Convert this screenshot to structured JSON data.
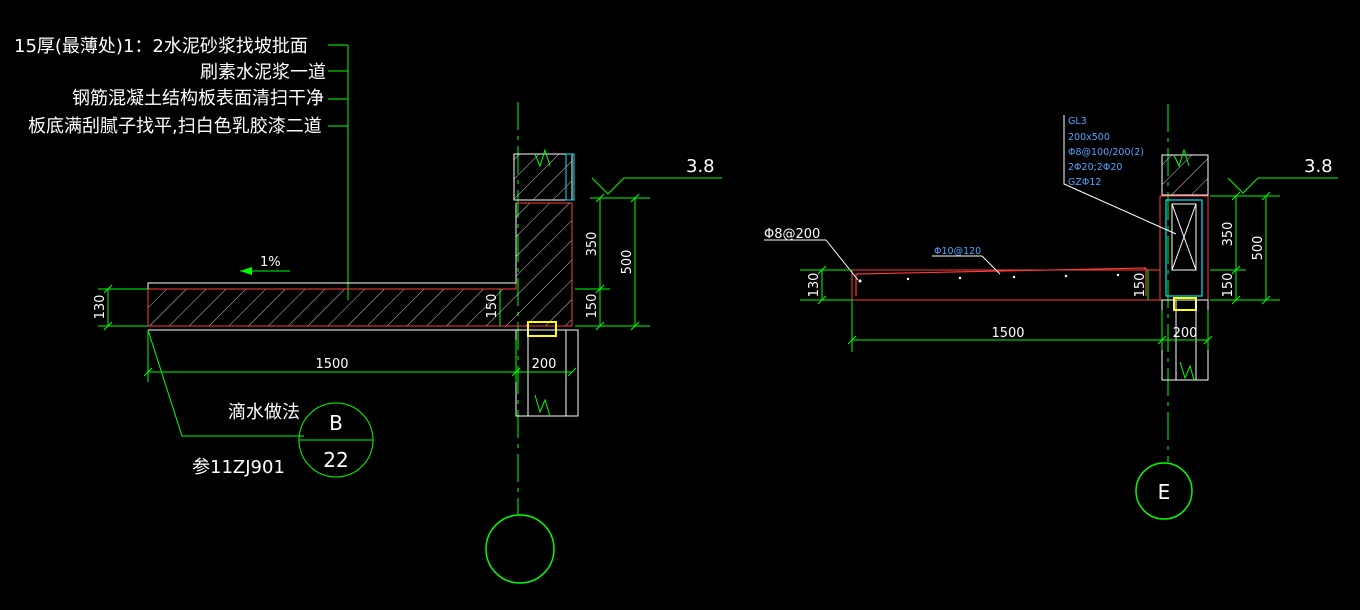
{
  "colors": {
    "background": "#000000",
    "green": "#00ff00",
    "white": "#ffffff",
    "red": "#ff3b3b",
    "cyan": "#00e5ff",
    "yellow": "#ffff00",
    "blue": "#4da6ff"
  },
  "left_detail": {
    "notes": [
      "15厚(最薄处)1：2水泥砂浆找坡批面",
      "刷素水泥浆一道",
      "钢筋混凝土结构板表面清扫干净",
      "板底满刮腻子找平,扫白色乳胶漆二道"
    ],
    "elevation": "3.8",
    "slope": "1%",
    "dims": {
      "slab_thickness": "130",
      "beam_upper": "350",
      "beam_lower_outer": "150",
      "beam_lower_inner": "150",
      "beam_total": "500",
      "cantilever": "1500",
      "wall": "200"
    },
    "drip": {
      "label": "滴水做法",
      "ref_top": "B",
      "ref_bottom": "22",
      "ref_std": "参11ZJ901"
    }
  },
  "right_detail": {
    "beam_tag": [
      "GL3",
      "200x500",
      "Φ8@100/200(2)",
      "2Φ20;2Φ20",
      "GZΦ12"
    ],
    "rebar_dist": "Φ8@200",
    "rebar_main": "Φ10@120",
    "elevation": "3.8",
    "dims": {
      "slab_thickness": "130",
      "beam_upper": "350",
      "beam_lower": "150",
      "beam_lower_inner": "150",
      "beam_total": "500",
      "cantilever": "1500",
      "wall": "200"
    },
    "axis": "E"
  }
}
